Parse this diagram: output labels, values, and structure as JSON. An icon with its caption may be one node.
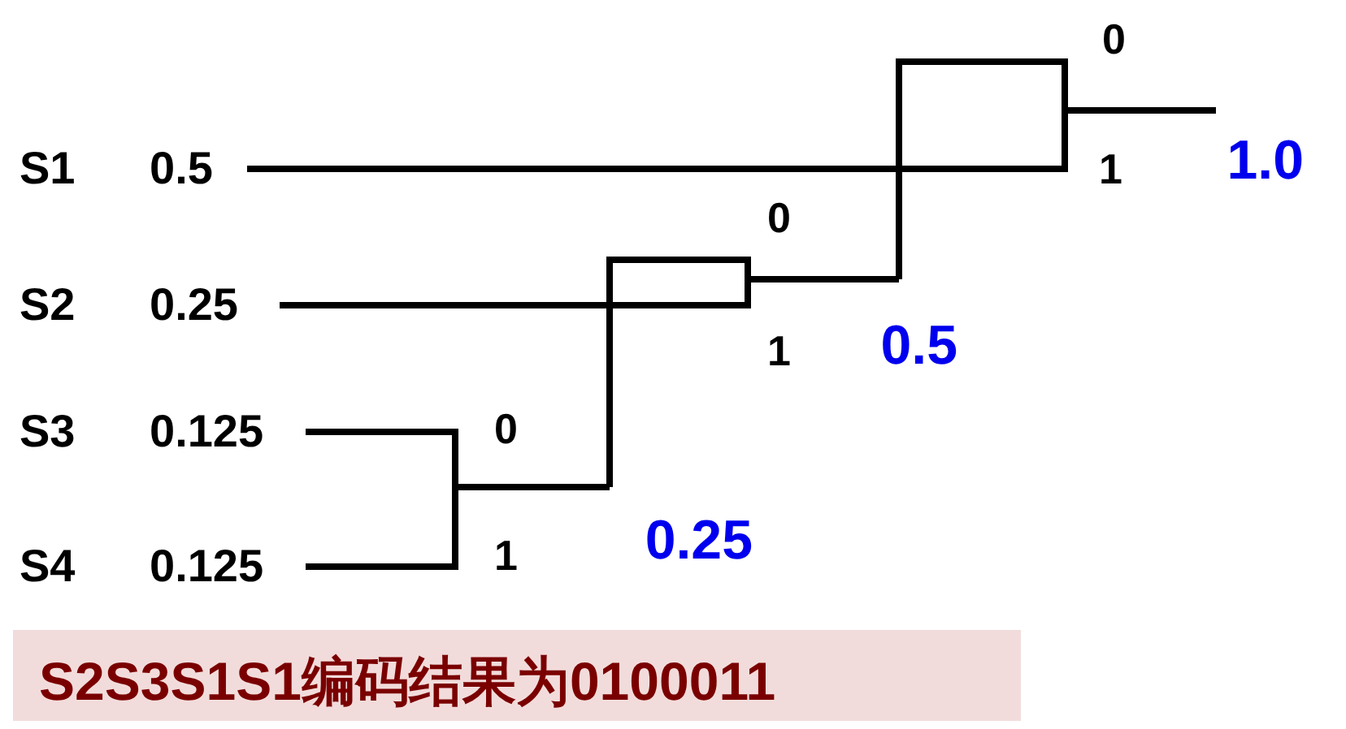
{
  "diagram": {
    "nodes": [
      {
        "text": [
          "S1",
          "0.5"
        ]
      },
      {
        "text": [
          "S2",
          "0.25"
        ]
      },
      {
        "text": [
          "S3",
          "0.125"
        ]
      },
      {
        "text": [
          "S4",
          "0.125"
        ]
      },
      {
        "text": [
          "0.25"
        ]
      },
      {
        "text": [
          "0.5"
        ]
      },
      {
        "text": [
          "1.0"
        ]
      },
      {
        "text": [
          "S2S3S1S1编码结果为0100011"
        ]
      }
    ],
    "edges": [
      {
        "from": 2,
        "to": 4,
        "arrow": "none",
        "label": "0"
      },
      {
        "from": 3,
        "to": 4,
        "arrow": "none",
        "label": "1"
      },
      {
        "from": 4,
        "to": 5,
        "arrow": "none",
        "label": "0"
      },
      {
        "from": 1,
        "to": 5,
        "arrow": "none",
        "label": "1"
      },
      {
        "from": 5,
        "to": 6,
        "arrow": "none",
        "label": "0"
      },
      {
        "from": 0,
        "to": 6,
        "arrow": "none",
        "label": "1"
      }
    ]
  }
}
